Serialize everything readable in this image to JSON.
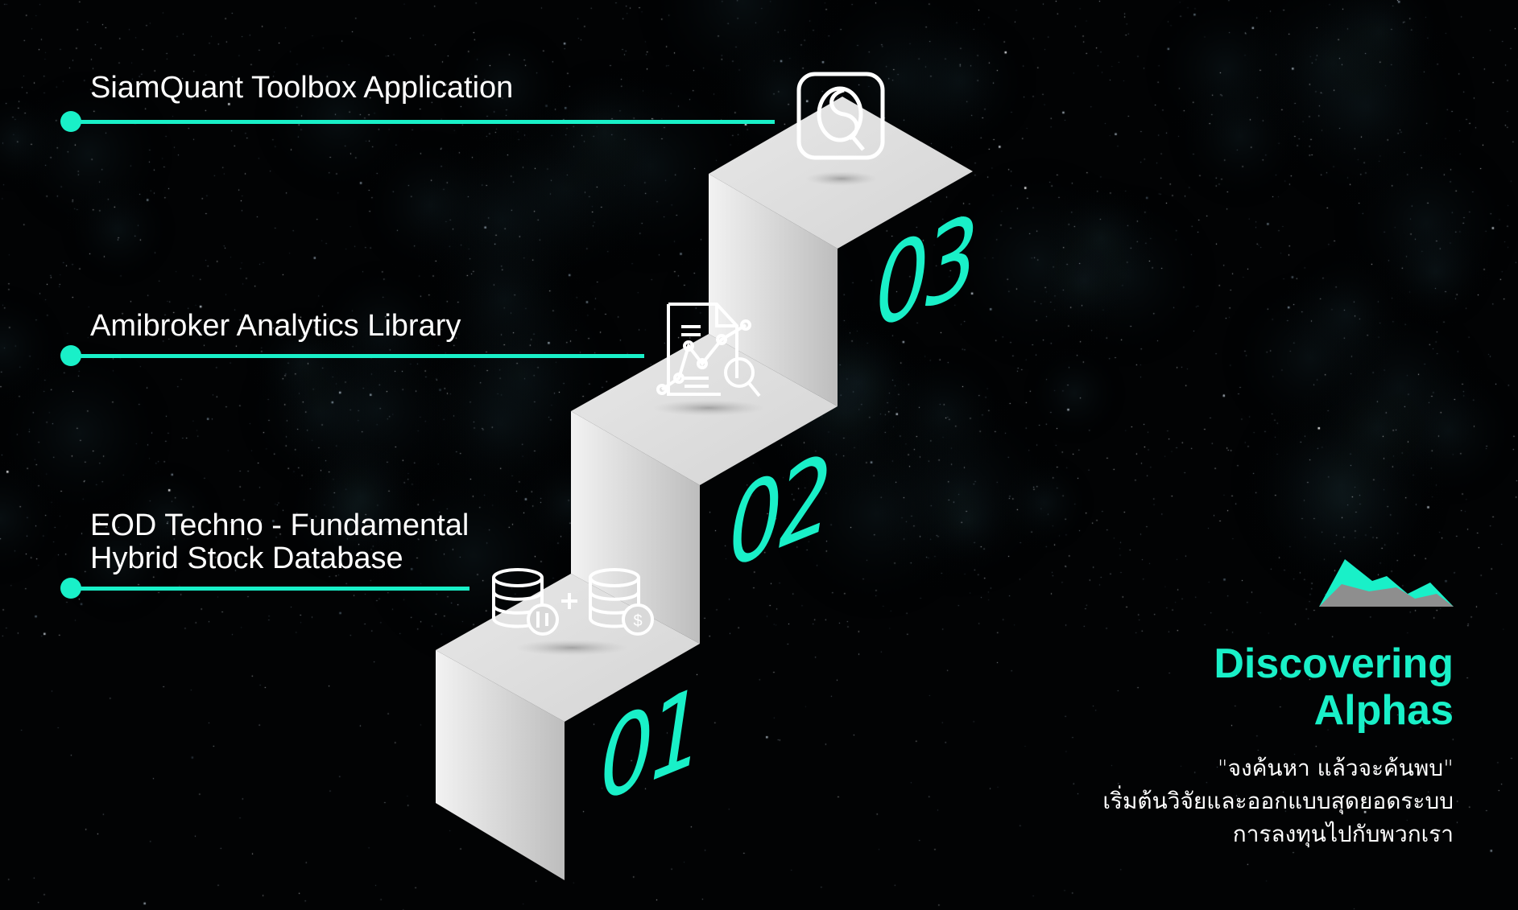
{
  "steps": [
    {
      "number": "01",
      "label_lines": [
        "EOD Techno - Fundamental",
        "Hybrid Stock Database"
      ],
      "icon": "database-candlestick-dollar-icon"
    },
    {
      "number": "02",
      "label_lines": [
        "Amibroker Analytics Library"
      ],
      "icon": "document-chart-search-icon"
    },
    {
      "number": "03",
      "label_lines": [
        "SiamQuant Toolbox Application"
      ],
      "icon": "siamquant-logo-icon"
    }
  ],
  "headline": {
    "line1": "Discovering",
    "line2": "Alphas"
  },
  "tagline": [
    "\"จงค้นหา แล้วจะค้นพบ\"",
    "เริ่มต้นวิจัยและออกแบบสุดยอดระบบ",
    "การลงทุนไปกับพวกเรา"
  ],
  "colors": {
    "accent": "#19f0c8",
    "background": "#020304",
    "step": "#d9d9d9"
  }
}
